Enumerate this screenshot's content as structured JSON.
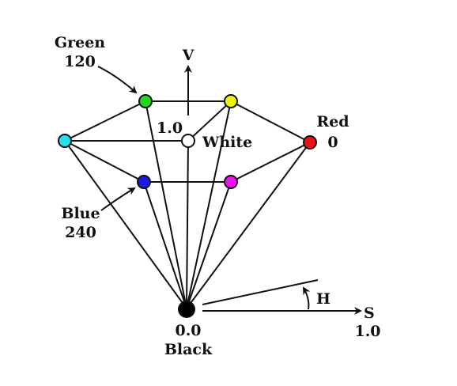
{
  "labels": {
    "green_name": "Green",
    "green_deg": "120",
    "v_axis": "V",
    "v_max": "1.0",
    "white": "White",
    "red_name": "Red",
    "red_deg": "0",
    "blue_name": "Blue",
    "blue_deg": "240",
    "h_angle": "H",
    "s_axis": "S",
    "s_max": "1.0",
    "v_min": "0.0",
    "black": "Black"
  },
  "colors": {
    "green": "#1fd81f",
    "yellow": "#f2f20a",
    "cyan": "#22e0e8",
    "white": "#ffffff",
    "red": "#ee1111",
    "blue": "#1a1ae0",
    "magenta": "#ee11ee",
    "black": "#000000"
  }
}
